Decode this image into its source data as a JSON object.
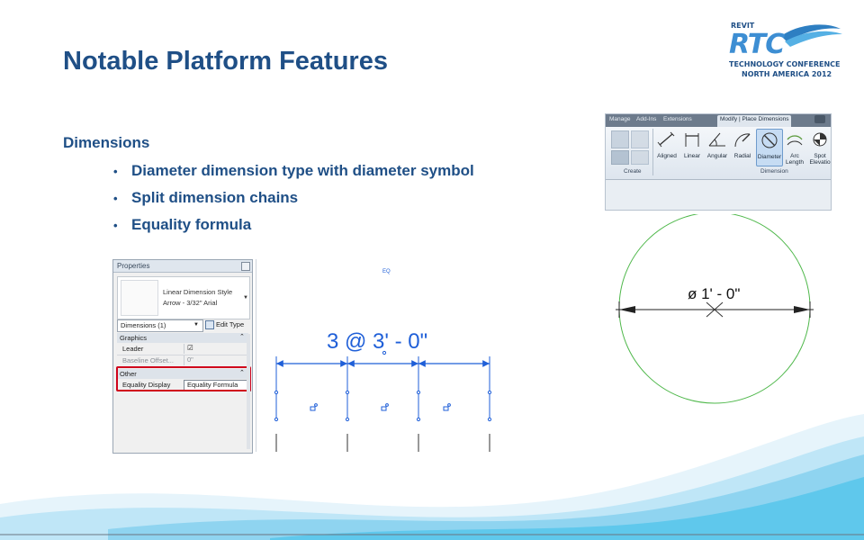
{
  "slide": {
    "title": "Notable Platform Features",
    "section_heading": "Dimensions",
    "bullets": [
      "Diameter dimension type with diameter symbol",
      "Split dimension chains",
      "Equality formula"
    ],
    "bullet_glyph": "•"
  },
  "logo": {
    "line1": "REVIT",
    "line2": "RTC",
    "line3": "TECHNOLOGY CONFERENCE",
    "line4": "NORTH AMERICA 2012"
  },
  "ribbon": {
    "tabs": [
      "Manage",
      "Add-Ins",
      "Extensions",
      "Modify | Place Dimensions"
    ],
    "active_tab": "Modify | Place Dimensions",
    "tools": [
      "Aligned",
      "Linear",
      "Angular",
      "Radial",
      "Diameter",
      "Arc Length",
      "Spot Elevation"
    ],
    "tool_lines": {
      "arc_length": [
        "Arc",
        "Length"
      ],
      "spot_elevation": [
        "Spot",
        "Elevatio"
      ]
    },
    "selected_tool": "Diameter",
    "groups": [
      "Create",
      "Dimension"
    ]
  },
  "properties": {
    "title": "Properties",
    "type_name": [
      "Linear Dimension Style",
      "Arrow - 3/32\" Arial"
    ],
    "selector": "Dimensions (1)",
    "edit_type": "Edit Type",
    "categories": [
      {
        "name": "Graphics",
        "rows": [
          {
            "key": "Leader",
            "value": "☑"
          },
          {
            "key": "Baseline Offset...",
            "value": "0\""
          }
        ]
      },
      {
        "name": "Other",
        "rows": [
          {
            "key": "Equality Display",
            "value": "Equality Formula"
          }
        ]
      }
    ]
  },
  "canvas": {
    "eq_label": "EQ",
    "dimension_text": "3 @ 3' - 0\""
  },
  "circle_view": {
    "dimension_text": "ø 1' - 0\""
  },
  "colors": {
    "title": "#1f4f86",
    "highlight_box": "#d0021b",
    "dimension_blue": "#1f5fd8",
    "circle_green": "#4fb84b",
    "wave_cyan": "#5fc8ec"
  }
}
